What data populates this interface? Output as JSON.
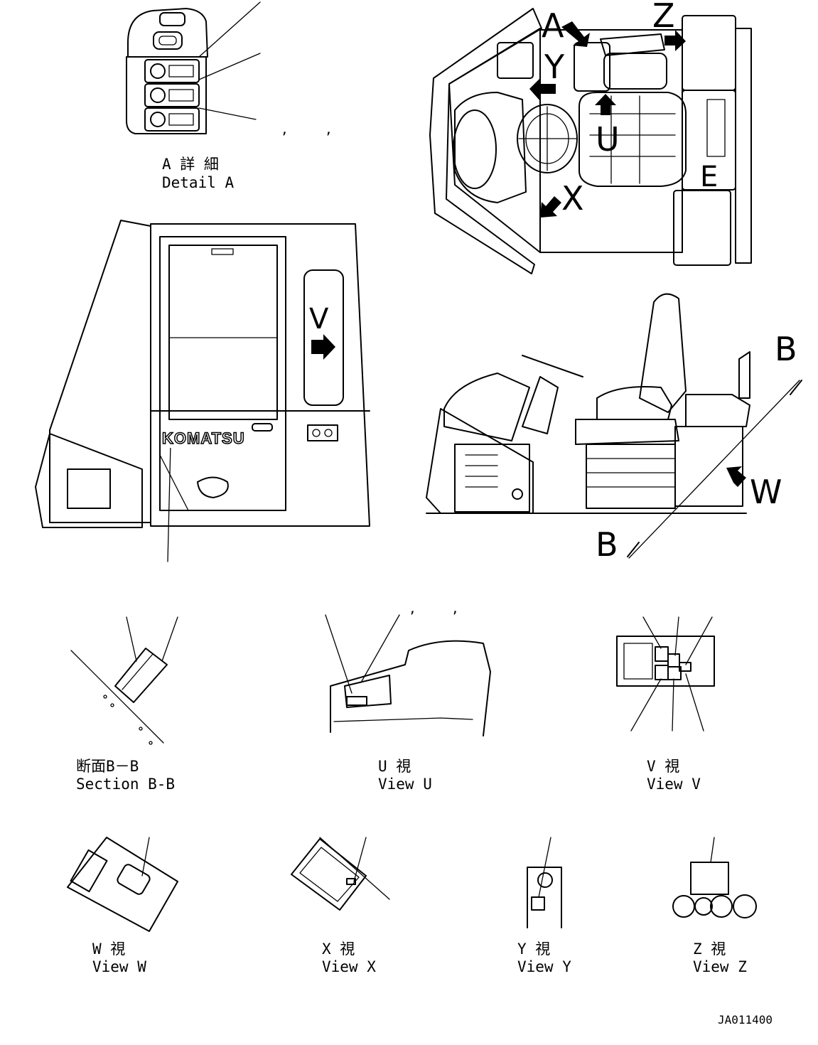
{
  "labels": {
    "detail_a_jp": "A 詳 細",
    "detail_a_en": "Detail A",
    "section_bb_jp": "断面B－B",
    "section_bb_en": "Section B-B",
    "view_u_jp": "U  視",
    "view_u_en": "View U",
    "view_v_jp": "V  視",
    "view_v_en": "View V",
    "view_w_jp": "W  視",
    "view_w_en": "View W",
    "view_x_jp": "X  視",
    "view_x_en": "View X",
    "view_y_jp": "Y  視",
    "view_y_en": "View Y",
    "view_z_jp": "Z  視",
    "view_z_en": "View Z",
    "drawing_number": "JA011400"
  },
  "view_markers": {
    "a": "A",
    "z": "Z",
    "y": "Y",
    "u": "U",
    "x": "X",
    "v": "V",
    "w": "W",
    "b_top": "B",
    "b_bottom": "B"
  },
  "logo_text": "KOMATSU",
  "comma_marks": [
    ",",
    ",",
    ",",
    ","
  ]
}
